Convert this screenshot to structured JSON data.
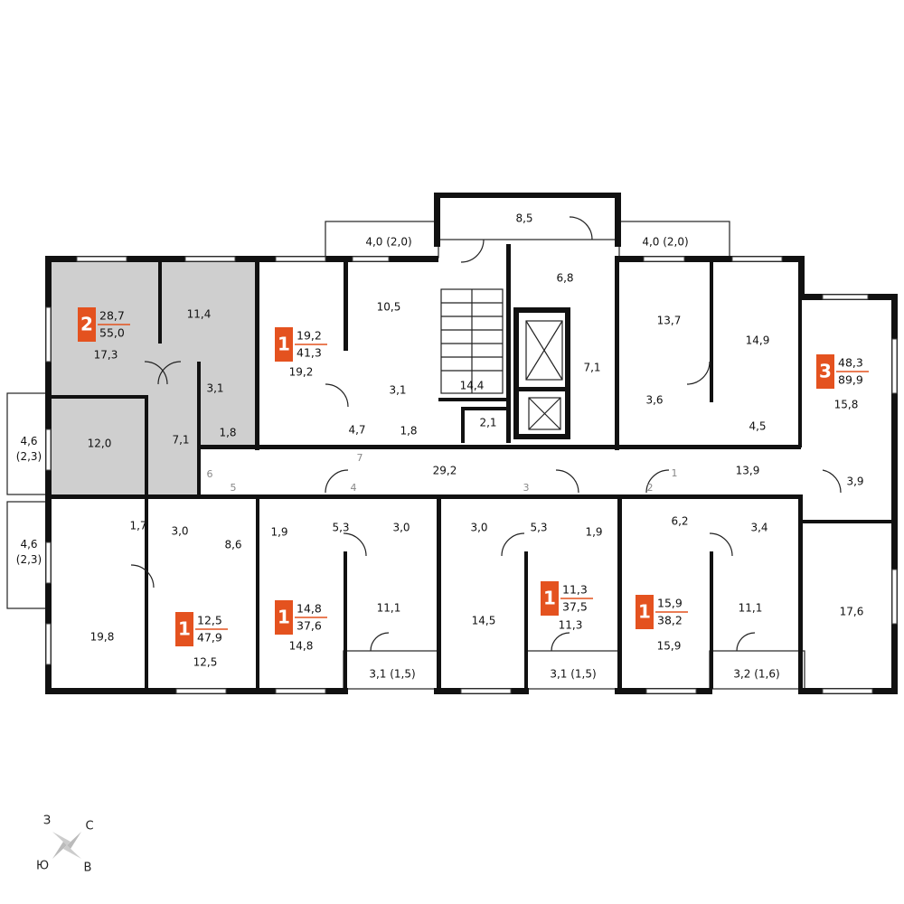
{
  "colors": {
    "accent": "#e4521f",
    "highlight_fill": "#cfcfcf",
    "wall": "#111111"
  },
  "apartments": [
    {
      "rooms": "2",
      "living": "28,7",
      "total": "55,0"
    },
    {
      "rooms": "1",
      "living": "19,2",
      "total": "41,3"
    },
    {
      "rooms": "3",
      "living": "48,3",
      "total": "89,9"
    },
    {
      "rooms": "1",
      "living": "12,5",
      "total": "47,9"
    },
    {
      "rooms": "1",
      "living": "14,8",
      "total": "37,6"
    },
    {
      "rooms": "1",
      "living": "11,3",
      "total": "37,5"
    },
    {
      "rooms": "1",
      "living": "15,9",
      "total": "38,2"
    }
  ],
  "rooms": [
    "8,5",
    "4,0 (2,0)",
    "4,0 (2,0)",
    "6,8",
    "10,5",
    "13,7",
    "11,4",
    "17,3",
    "19,2",
    "14,9",
    "15,8",
    "3,1",
    "3,1",
    "14,4",
    "7,1",
    "7,1",
    "3,6",
    "4,7",
    "1,8",
    "1,8",
    "2,1",
    "4,5",
    "4,6\n(2,3)",
    "12,0",
    "29,2",
    "13,9",
    "3,9",
    "4,6\n(2,3)",
    "1,7",
    "3,0",
    "8,6",
    "1,9",
    "5,3",
    "3,0",
    "3,0",
    "5,3",
    "1,9",
    "6,2",
    "3,4",
    "11,1",
    "14,5",
    "11,3",
    "11,1",
    "17,6",
    "19,8",
    "12,5",
    "14,8",
    "15,9",
    "3,1 (1,5)",
    "3,1 (1,5)",
    "3,2 (1,6)"
  ],
  "door_numbers": [
    "6",
    "5",
    "7",
    "4",
    "3",
    "2",
    "1"
  ],
  "compass": {
    "north": "С",
    "south": "Ю",
    "west": "З",
    "east": "В"
  }
}
